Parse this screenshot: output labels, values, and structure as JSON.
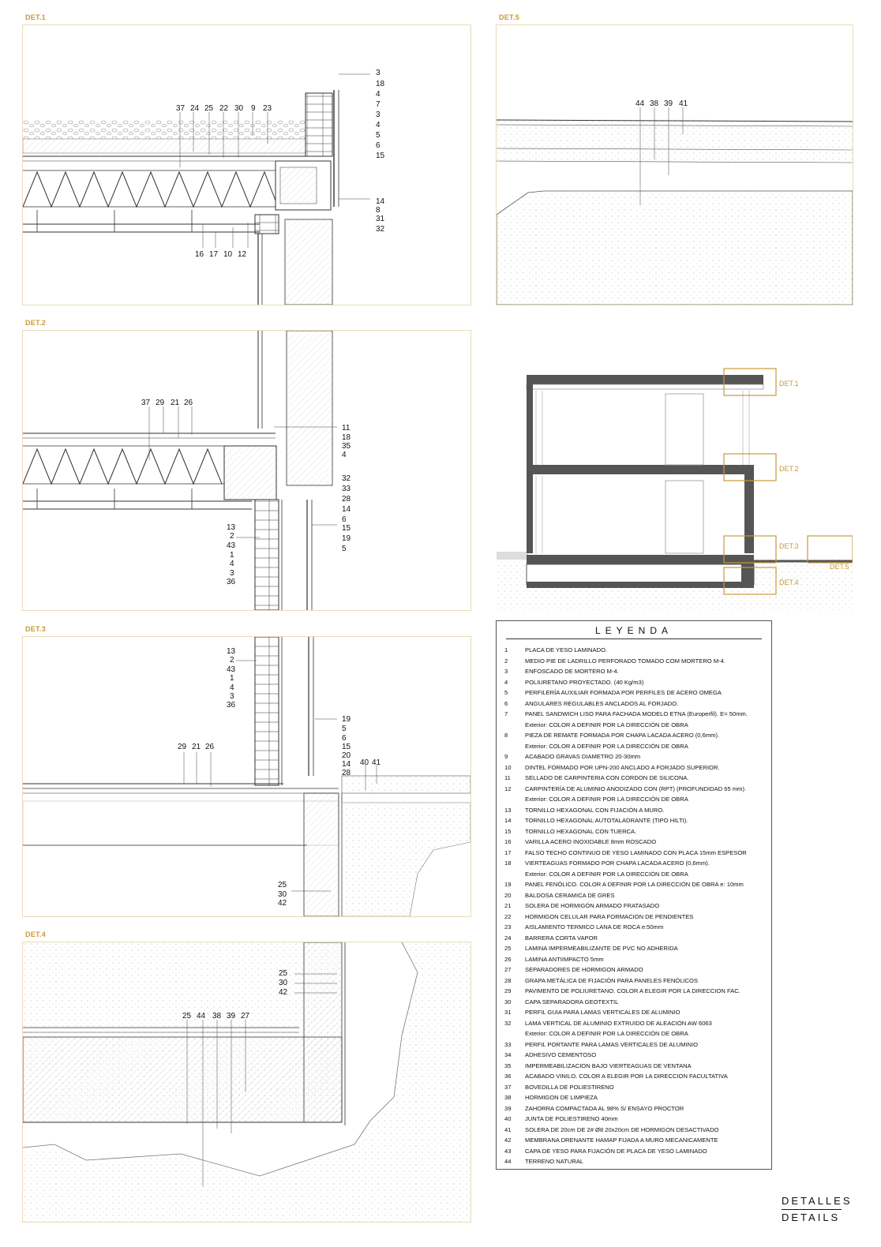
{
  "titles": {
    "det1": "DET.1",
    "det2": "DET.2",
    "det3": "DET.3",
    "det4": "DET.4",
    "det5": "DET.5"
  },
  "det1": {
    "top": [
      "37",
      "24",
      "25",
      "22",
      "30",
      "9",
      "23"
    ],
    "right": [
      "3",
      "18",
      "4",
      "7",
      "3",
      "4",
      "5",
      "6",
      "15",
      "14",
      "8",
      "31",
      "32"
    ],
    "bottom": [
      "16",
      "17",
      "10",
      "12"
    ]
  },
  "det2": {
    "top": [
      "37",
      "29",
      "21",
      "26"
    ],
    "right": [
      "11",
      "18",
      "35",
      "4",
      "32",
      "33",
      "28",
      "14",
      "6",
      "15",
      "19",
      "5"
    ],
    "left": [
      "13",
      "2",
      "43",
      "1",
      "4",
      "3",
      "36"
    ]
  },
  "det3": {
    "left": [
      "13",
      "2",
      "43",
      "1",
      "4",
      "3",
      "36"
    ],
    "right": [
      "19",
      "5",
      "6",
      "15",
      "20",
      "14",
      "28"
    ],
    "top": [
      "29",
      "21",
      "26"
    ],
    "extra": [
      "40",
      "41"
    ],
    "bottom": [
      "25",
      "30",
      "42"
    ]
  },
  "det4": {
    "right": [
      "25",
      "30",
      "42"
    ],
    "top": [
      "25",
      "44",
      "38",
      "39",
      "27"
    ]
  },
  "det5": {
    "top": [
      "44",
      "38",
      "39",
      "41"
    ]
  },
  "section": {
    "labels": [
      "DET.1",
      "DET.2",
      "DET.3",
      "DET.5",
      "DET.4"
    ]
  },
  "legend": {
    "title": "LEYENDA",
    "items": [
      {
        "n": "1",
        "t": "PLACA DE YESO LAMINADO."
      },
      {
        "n": "2",
        "t": "MEDIO PIE DE LADRILLO PERFORADO TOMADO COM MORTERO M-4."
      },
      {
        "n": "3",
        "t": "ENFOSCADO DE MORTERO M-4."
      },
      {
        "n": "4",
        "t": "POLIURETANO PROYECTADO. (40 Kg/m3)"
      },
      {
        "n": "5",
        "t": "PERFILERÍA AUXILIAR FORMADA POR PERFILES DE ACERO OMEGA"
      },
      {
        "n": "6",
        "t": "ANGULARES REGULABLES ANCLADOS AL FORJADO."
      },
      {
        "n": "7",
        "t": "PANEL SANDWICH LISO PARA FACHADA MODELO ETNA (Europerfil). E= 50mm."
      },
      {
        "n": "",
        "t": "Exterior: COLOR A DEFINIR POR LA DIRECCIÓN DE OBRA"
      },
      {
        "n": "8",
        "t": "PIEZA DE REMATE FORMADA POR CHAPA LACADA ACERO (0,6mm)."
      },
      {
        "n": "",
        "t": "Exterior: COLOR A DEFINIR POR LA DIRECCIÓN DE OBRA"
      },
      {
        "n": "9",
        "t": "ACABADO GRAVAS DIAMETRO 20-30mm"
      },
      {
        "n": "10",
        "t": "DINTEL FORMADO POR UPN-200 ANCLADO A FORJADO SUPERIOR."
      },
      {
        "n": "11",
        "t": "SELLADO DE CARPINTERIA CON CORDON DE SILICONA."
      },
      {
        "n": "12",
        "t": "CARPINTERÍA DE ALUMINIO ANODIZADO CON (RPT) (PROFUNDIDAD 65 mm)."
      },
      {
        "n": "",
        "t": "Exterior: COLOR A DEFINIR POR LA DIRECCIÓN DE OBRA"
      },
      {
        "n": "13",
        "t": "TORNILLO HEXAGONAL CON FIJACIÓN A MURO."
      },
      {
        "n": "14",
        "t": "TORNILLO HEXAGONAL AUTOTALADRANTE (TIPO HILTI)."
      },
      {
        "n": "15",
        "t": "TORNILLO HEXAGONAL CON TUERCA."
      },
      {
        "n": "16",
        "t": "VARILLA ACERO INOXIDABLE 8mm ROSCADO"
      },
      {
        "n": "17",
        "t": "FALSO TECHO CONTINUO DE YESO LAMINADO CON PLACA 15mm ESPESOR"
      },
      {
        "n": "18",
        "t": "VIERTEAGUAS FORMADO POR CHAPA LACADA ACERO (0,6mm)."
      },
      {
        "n": "",
        "t": "Exterior: COLOR A DEFINIR POR LA DIRECCIÓN DE OBRA"
      },
      {
        "n": "19",
        "t": "PANEL FENÓLICO. COLOR A DEFINIR POR LA DIRECCIÓN DE OBRA e: 10mm"
      },
      {
        "n": "20",
        "t": "BALDOSA CERAMICA DE GRES"
      },
      {
        "n": "21",
        "t": "SOLERA DE HORMIGÓN ARMADO FRATASADO"
      },
      {
        "n": "22",
        "t": "HORMIGON CELULAR PARA FORMACION DE PENDIENTES"
      },
      {
        "n": "23",
        "t": "AISLAMIENTO TERMICO LANA DE ROCA e:50mm"
      },
      {
        "n": "24",
        "t": "BARRERA CORTA VAPOR"
      },
      {
        "n": "25",
        "t": "LAMINA IMPERMEABILIZANTE DE PVC NO ADHERIDA"
      },
      {
        "n": "26",
        "t": "LAMINA ANTIIMPACTO 5mm"
      },
      {
        "n": "27",
        "t": "SEPARADORES DE HORMIGON ARMADO"
      },
      {
        "n": "28",
        "t": "GRAPA METÁLICA DE FIJACIÓN PARA PANELES FENÓLICOS"
      },
      {
        "n": "29",
        "t": "PAVIMENTO DE POLIURETANO. COLOR A ELEGIR POR LA DIRECCION FAC."
      },
      {
        "n": "30",
        "t": "CAPA SEPARADORA GEOTEXTIL"
      },
      {
        "n": "31",
        "t": "PERFIL GUIA PARA LAMAS VERTICALES DE ALUMINIO"
      },
      {
        "n": "32",
        "t": "LAMA VERTICAL DE ALUMINIO EXTRUIDO DE ALEACIÓN AW 6063"
      },
      {
        "n": "",
        "t": "Exterior: COLOR A DEFINIR POR LA DIRECCIÓN DE OBRA"
      },
      {
        "n": "33",
        "t": "PERFIL PORTANTE PARA LAMAS VERTICALES DE ALUMINIO"
      },
      {
        "n": "34",
        "t": "ADHESIVO CEMENTOSO"
      },
      {
        "n": "35",
        "t": "IMPERMEABILIZACION BAJO VIERTEAGUAS DE VENTANA"
      },
      {
        "n": "36",
        "t": "ACABADO VINILO. COLOR A ELEGIR POR LA DIRECCION FACULTATIVA"
      },
      {
        "n": "37",
        "t": "BOVEDILLA DE POLIESTIRENO"
      },
      {
        "n": "38",
        "t": "HORMIGON DE LIMPIEZA"
      },
      {
        "n": "39",
        "t": "ZAHORRA COMPACTADA AL 98% S/ ENSAYO PROCTOR"
      },
      {
        "n": "40",
        "t": "JUNTA DE POLIESTIRENO 40mm"
      },
      {
        "n": "41",
        "t": "SOLERA DE 20cm DE 2# Ø8 20x20cm DE HORMIGON DESACTIVADO"
      },
      {
        "n": "42",
        "t": "MEMBRANA DRENANTE HAMAP FIJADA A MURO MECANICAMENTE"
      },
      {
        "n": "43",
        "t": "CAPA DE YESO PARA FIJACIÓN DE PLACA DE YESO LAMINADO"
      },
      {
        "n": "44",
        "t": "TERRENO NATURAL"
      }
    ]
  },
  "footer": {
    "line1": "DETALLES",
    "line2": "DETAILS"
  }
}
